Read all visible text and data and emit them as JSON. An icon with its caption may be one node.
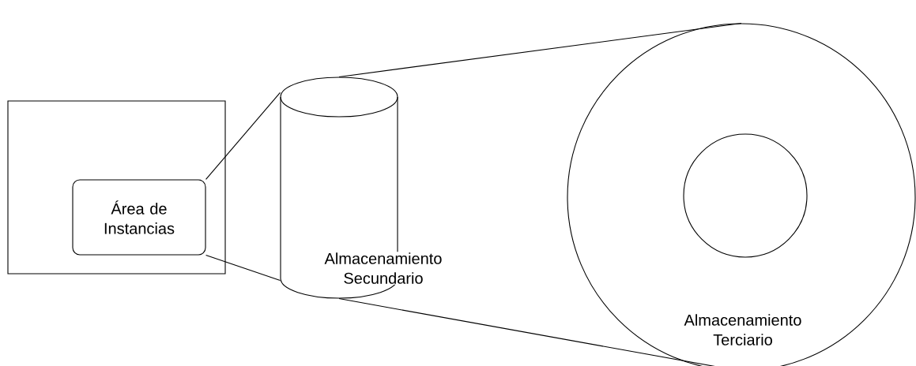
{
  "diagram": {
    "nodes": [
      {
        "text": [],
        "shape": "box"
      },
      {
        "text": [
          "Área de Instancias"
        ],
        "in": 0
      },
      {
        "text": [
          "Almacenamiento Secundario"
        ]
      },
      {
        "text": [
          "Almacenamiento Terciario"
        ]
      },
      {
        "text": [],
        "shape": "circle",
        "in": 3
      }
    ],
    "edges": [
      {
        "from": 1,
        "to": 2,
        "arrow": "none"
      },
      {
        "from": 1,
        "to": 2,
        "arrow": "none"
      },
      {
        "from": 2,
        "to": 3,
        "arrow": "none"
      },
      {
        "from": 2,
        "to": 3,
        "arrow": "none"
      }
    ]
  }
}
